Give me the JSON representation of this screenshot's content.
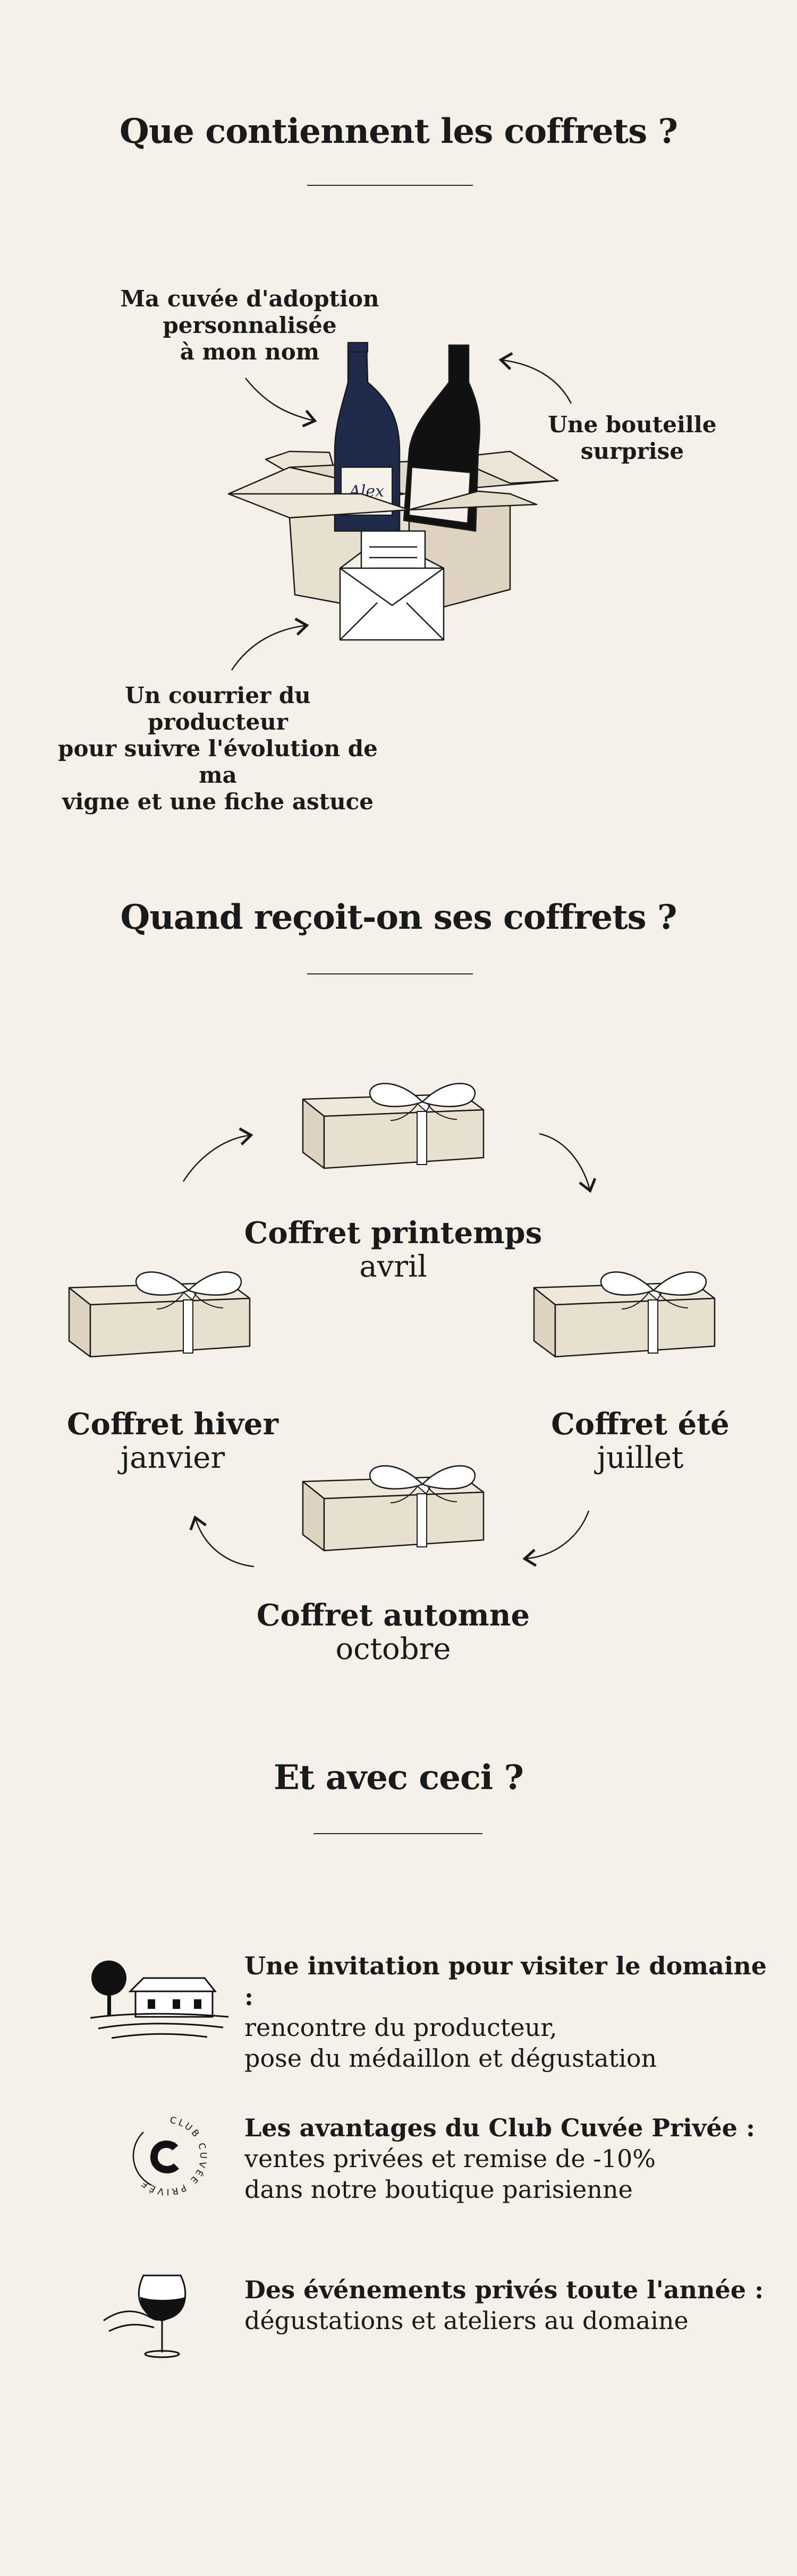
{
  "section1": {
    "title": "Que contiennent les coffrets ?",
    "label_cuvee": [
      "Ma cuvée d'adoption",
      "personnalisée",
      "à mon nom"
    ],
    "label_surprise": [
      "Une bouteille",
      "surprise"
    ],
    "label_courrier": [
      "Un courrier du producteur",
      "pour suivre l'évolution de ma",
      "vigne et une fiche astuce"
    ],
    "bottle_label": "Alex"
  },
  "section2": {
    "title": "Quand reçoit-on ses coffrets ?",
    "coffrets": [
      {
        "name": "Coffret printemps",
        "month": "avril"
      },
      {
        "name": "Coffret été",
        "month": "juillet"
      },
      {
        "name": "Coffret automne",
        "month": "octobre"
      },
      {
        "name": "Coffret hiver",
        "month": "janvier"
      }
    ]
  },
  "section3": {
    "title": "Et avec ceci ?",
    "features": [
      {
        "title": "Une invitation pour visiter le domaine :",
        "lines": [
          "rencontre du producteur,",
          "pose du médaillon et dégustation"
        ],
        "icon": "house-landscape-icon"
      },
      {
        "title": "Les avantages du Club Cuvée Privée :",
        "lines": [
          "ventes privées et remise de -10%",
          "dans notre boutique parisienne"
        ],
        "icon": "club-seal-icon"
      },
      {
        "title": "Des événements privés toute l'année :",
        "lines": [
          "dégustations et ateliers au domaine"
        ],
        "icon": "wine-glass-icon"
      }
    ],
    "club_seal_text": "CLUB CUVÉE PRIVÉE"
  },
  "colors": {
    "background": "#f4f0e8",
    "navy_bottle": "#1f2a4a",
    "black_bottle": "#111111",
    "box": "#e8e1d2",
    "ink": "#1a1a1a"
  }
}
